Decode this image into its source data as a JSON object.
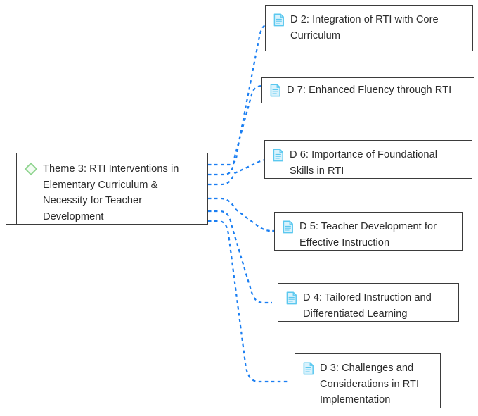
{
  "diagram": {
    "type": "mind-map",
    "orientation": "left-to-right",
    "edge_style": "dotted-curved",
    "edge_color": "#1a7ef2",
    "node_border_color": "#3b3b3b",
    "background_color": "#ffffff",
    "root": {
      "id": "theme-3",
      "icon": "diamond-icon",
      "icon_color": "#8fd48f",
      "label": "Theme 3: RTI Interventions in Elementary Curriculum & Necessity for Teacher Development",
      "label_lines": "Theme 3: RTI Interventions in\nElementary Curriculum &\nNecessity for Teacher\nDevelopment"
    },
    "children": [
      {
        "id": "d2",
        "icon": "document-icon",
        "icon_color": "#7fd4f5",
        "label": "D 2: Integration of RTI with Core Curriculum",
        "label_lines": "D 2: Integration of RTI with Core\nCurriculum"
      },
      {
        "id": "d7",
        "icon": "document-icon",
        "icon_color": "#7fd4f5",
        "label": "D 7: Enhanced Fluency through RTI",
        "label_lines": "D 7: Enhanced Fluency through RTI"
      },
      {
        "id": "d6",
        "icon": "document-icon",
        "icon_color": "#7fd4f5",
        "label": "D 6: Importance of Foundational Skills in RTI",
        "label_lines": "D 6: Importance of Foundational\nSkills in RTI"
      },
      {
        "id": "d5",
        "icon": "document-icon",
        "icon_color": "#7fd4f5",
        "label": "D 5: Teacher Development for Effective Instruction",
        "label_lines": "D 5: Teacher Development for\nEffective Instruction"
      },
      {
        "id": "d4",
        "icon": "document-icon",
        "icon_color": "#7fd4f5",
        "label": "D 4: Tailored Instruction and Differentiated Learning",
        "label_lines": "D 4: Tailored Instruction and\nDifferentiated Learning"
      },
      {
        "id": "d3",
        "icon": "document-icon",
        "icon_color": "#7fd4f5",
        "label": "D 3: Challenges and Considerations in RTI Implementation",
        "label_lines": "D 3: Challenges and\nConsiderations in RTI\nImplementation"
      }
    ]
  }
}
